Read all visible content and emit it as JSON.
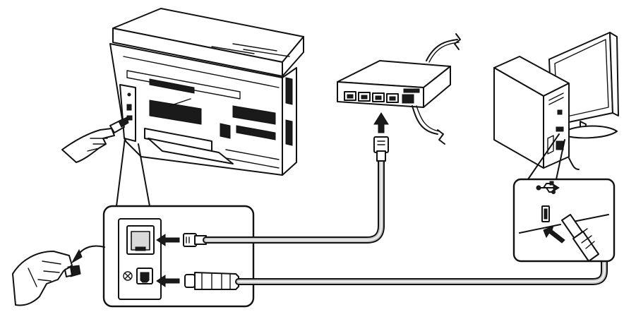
{
  "diagram": {
    "nodes": [
      "printer",
      "network-hub",
      "computer"
    ],
    "links": [
      {
        "from": "printer",
        "to": "network-hub",
        "via": "lan-cable",
        "port": "network-port"
      },
      {
        "from": "printer",
        "to": "computer",
        "via": "usb-cable",
        "port": "usb-port"
      }
    ]
  },
  "icons": {
    "usb_symbol": "usb-icon",
    "ground_symbol": "ground-icon",
    "arrow": "arrow-icon"
  },
  "colors": {
    "line": "#111111",
    "fill": "#ffffff",
    "shade": "#d9d9d9"
  }
}
